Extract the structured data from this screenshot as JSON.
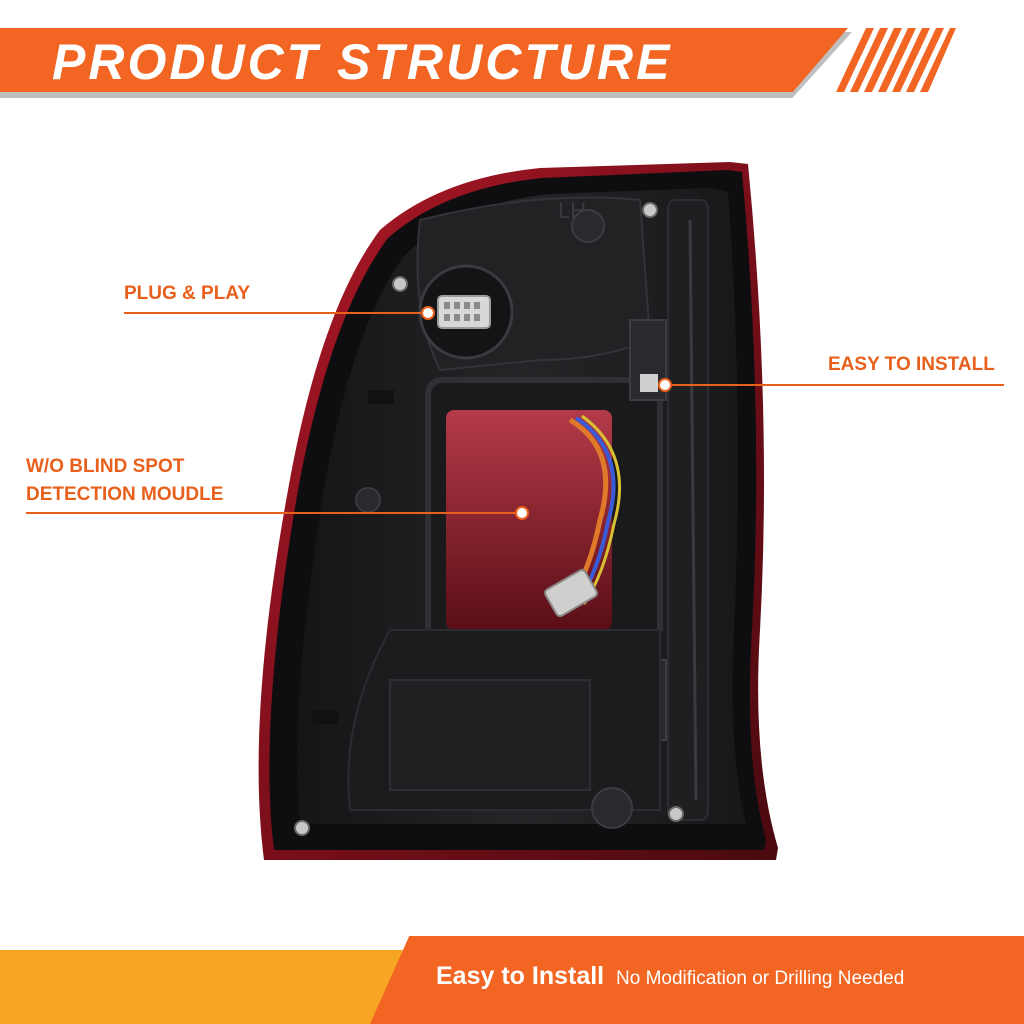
{
  "header": {
    "title": "PRODUCT STRUCTURE"
  },
  "callouts": {
    "plug": "PLUG & PLAY",
    "install": "EASY TO INSTALL",
    "blind_line1": "W/O BLIND SPOT",
    "blind_line2": "DETECTION MOUDLE"
  },
  "product_marking": "LH",
  "footer": {
    "strong": "Easy to Install",
    "note": "No Modification or Drilling Needed"
  },
  "colors": {
    "accent_orange": "#f26522",
    "accent_yellow": "#f6a623",
    "housing_black": "#1b1b1d",
    "lens_red": "#8c1420"
  }
}
